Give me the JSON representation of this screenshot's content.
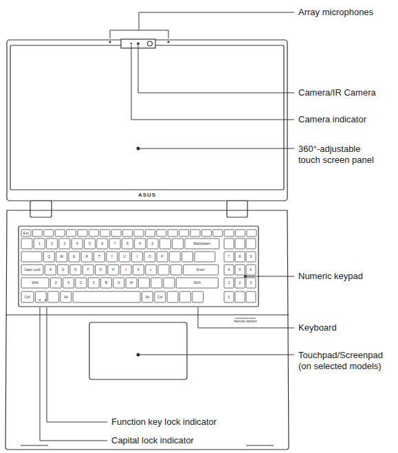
{
  "diagram": {
    "labels": [
      "Array microphones",
      "Camera/IR Camera",
      "Camera indicator",
      "360°-adjustable touch screen panel",
      "Numeric keypad",
      "Keyboard",
      "Touchpad/Screenpad (on selected models)",
      "Function key lock indicator",
      "Capital lock indicator",
      "ASUS",
      "harman kardon",
      "1",
      "2",
      "3",
      "4",
      "5",
      "6",
      "7",
      "8",
      "9",
      "0",
      "Backspace",
      "Q",
      "W",
      "E",
      "R",
      "T",
      "Y",
      "U",
      "I",
      "O",
      "P",
      "Caps Lock",
      "A",
      "S",
      "D",
      "F",
      "G",
      "H",
      "J",
      "K",
      "L",
      "Enter",
      "Shift",
      "Z",
      "X",
      "C",
      "V",
      "B",
      "N",
      "M",
      "Shift",
      "Ctrl",
      "Alt",
      "Alt",
      "Ctrl",
      "7",
      "8",
      "9",
      "4",
      "5",
      "6",
      "1",
      "2",
      "3",
      "0",
      "Esc"
    ]
  }
}
